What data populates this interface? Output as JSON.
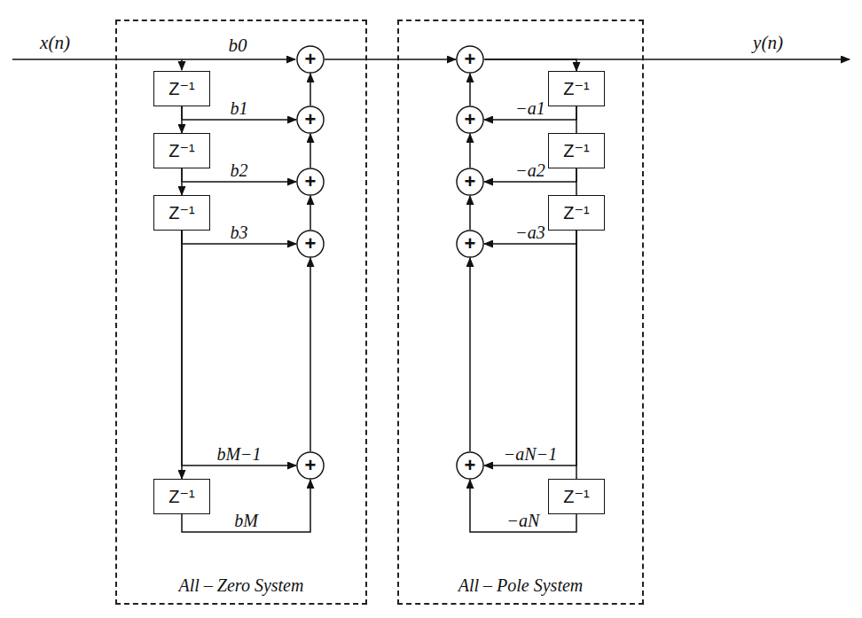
{
  "diagram": {
    "nodes": [
      {
        "text": [
          "All – Zero System"
        ]
      },
      {
        "text": [
          "All – Pole System"
        ]
      },
      {
        "text": [
          "+"
        ],
        "in": 0
      },
      {
        "text": [
          "Z⁻¹"
        ],
        "in": 0
      },
      {
        "text": [
          "+"
        ],
        "in": 0
      },
      {
        "text": [
          "Z⁻¹"
        ],
        "in": 0
      },
      {
        "text": [
          "+"
        ],
        "in": 0
      },
      {
        "text": [
          "Z⁻¹"
        ],
        "in": 0
      },
      {
        "text": [
          "+"
        ],
        "in": 0
      },
      {
        "text": [
          "+"
        ],
        "in": 0
      },
      {
        "text": [
          "Z⁻¹"
        ],
        "in": 0
      },
      {
        "text": [
          "+"
        ],
        "in": 1
      },
      {
        "text": [
          "Z⁻¹"
        ],
        "in": 1
      },
      {
        "text": [
          "+"
        ],
        "in": 1
      },
      {
        "text": [
          "Z⁻¹"
        ],
        "in": 1
      },
      {
        "text": [
          "+"
        ],
        "in": 1
      },
      {
        "text": [
          "Z⁻¹"
        ],
        "in": 1
      },
      {
        "text": [
          "+"
        ],
        "in": 1
      },
      {
        "text": [
          "+"
        ],
        "in": 1
      },
      {
        "text": [
          "Z⁻¹"
        ],
        "in": 1
      }
    ],
    "edges": [
      {
        "from": 3,
        "to": 5,
        "arrow": "to"
      },
      {
        "from": 5,
        "to": 7,
        "arrow": "to"
      },
      {
        "from": 7,
        "to": 10,
        "arrow": "to"
      },
      {
        "from": 3,
        "to": 4,
        "label": "b1",
        "arrow": "to"
      },
      {
        "from": 5,
        "to": 6,
        "label": "b2",
        "arrow": "to"
      },
      {
        "from": 7,
        "to": 8,
        "label": "b3",
        "arrow": "to"
      },
      {
        "from": 7,
        "to": 9,
        "label": "bM−1",
        "arrow": "to"
      },
      {
        "from": 10,
        "to": 9,
        "label": "bM",
        "arrow": "to"
      },
      {
        "from": 9,
        "to": 8,
        "arrow": "to"
      },
      {
        "from": 8,
        "to": 6,
        "arrow": "to"
      },
      {
        "from": 6,
        "to": 4,
        "arrow": "to"
      },
      {
        "from": 4,
        "to": 2,
        "arrow": "to"
      },
      {
        "from": 2,
        "to": 11,
        "arrow": "to"
      },
      {
        "from": 11,
        "to": 12,
        "arrow": "to"
      },
      {
        "from": 12,
        "to": 14,
        "arrow": "none"
      },
      {
        "from": 14,
        "to": 16,
        "arrow": "none"
      },
      {
        "from": 16,
        "to": 19,
        "arrow": "none"
      },
      {
        "from": 12,
        "to": 13,
        "label": "−a1",
        "arrow": "to"
      },
      {
        "from": 14,
        "to": 15,
        "label": "−a2",
        "arrow": "to"
      },
      {
        "from": 16,
        "to": 17,
        "label": "−a3",
        "arrow": "to"
      },
      {
        "from": 16,
        "to": 18,
        "label": "−aN−1",
        "arrow": "to"
      },
      {
        "from": 19,
        "to": 18,
        "label": "−aN",
        "arrow": "to"
      },
      {
        "from": 18,
        "to": 17,
        "arrow": "to"
      },
      {
        "from": 17,
        "to": 15,
        "arrow": "to"
      },
      {
        "from": 15,
        "to": 13,
        "arrow": "to"
      },
      {
        "from": 13,
        "to": 11,
        "arrow": "to"
      }
    ],
    "labels": [
      "x(n)",
      "y(n)",
      "b0"
    ]
  }
}
